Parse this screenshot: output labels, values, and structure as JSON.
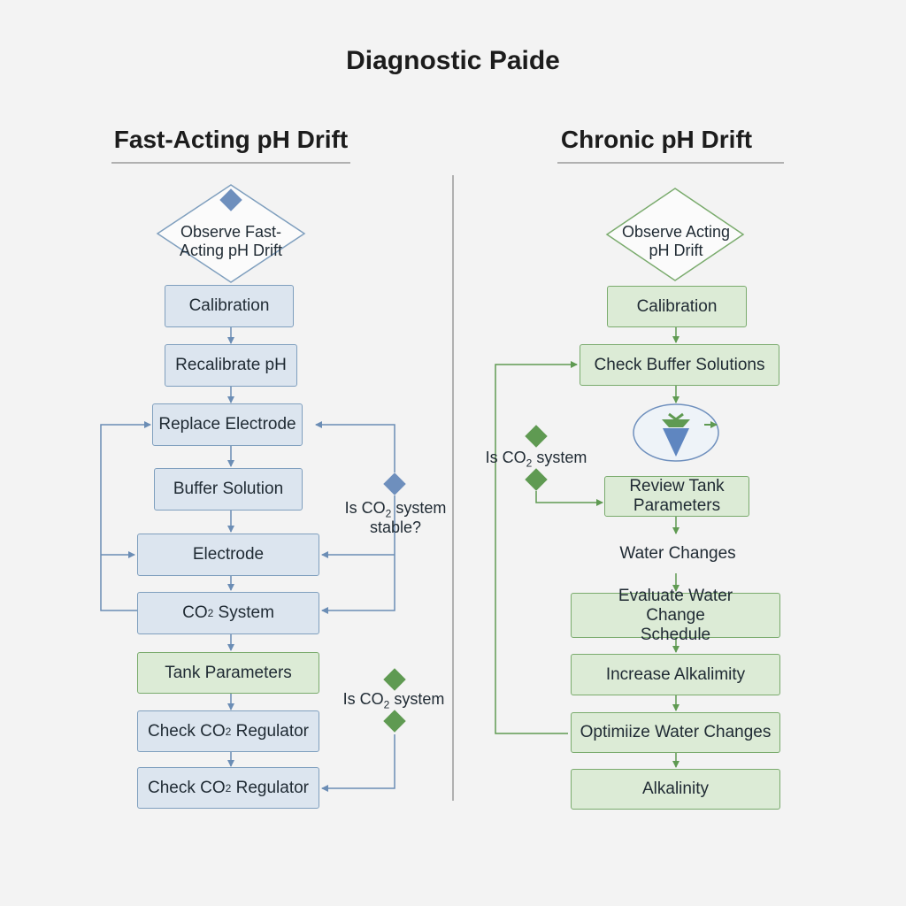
{
  "page": {
    "title": "Diagnostic Paide"
  },
  "left": {
    "heading": "Fast-Acting pH Drift",
    "start": "Observe Fast-Acting pH Drift",
    "calibration": "Calibration",
    "recalibrate": "Recalibrate pH",
    "replace_electrode": "Replace Electrode",
    "buffer_solution": "Buffer Solution",
    "electrode": "Electrode",
    "co2_system": [
      "CO",
      "2",
      " System"
    ],
    "tank_parameters": "Tank Parameters",
    "check_regulator_1": [
      "Check CO",
      "2",
      " Regulator"
    ],
    "check_regulator_2": [
      "Check CO",
      "2",
      " Regulator"
    ],
    "decision_1": [
      "Is CO",
      "2",
      " system",
      "stable?"
    ],
    "decision_2": [
      "Is CO",
      "2",
      " system"
    ]
  },
  "right": {
    "heading": "Chronic pH Drift",
    "start": "Observe Acting pH Drift",
    "calibration": "Calibration",
    "check_buffer": "Check Buffer Solutions",
    "decision_1": [
      "Is CO",
      "2",
      " system"
    ],
    "review_tank": "Review Tank Parameters",
    "water_changes": "Water Changes",
    "evaluate_schedule": "Evaluate Water Change Schedule",
    "increase_alkalinity": "Increase Alkalimity",
    "optimize_changes": "Optimiize Water Changes",
    "alkalinity": "Alkalinity"
  },
  "colors": {
    "blue_fill": "#dce5ef",
    "blue_border": "#7f9fbe",
    "green_fill": "#dcebd6",
    "green_border": "#7aab6d",
    "blue_diamond": "#6e8fbd",
    "green_diamond": "#5f9a52"
  }
}
